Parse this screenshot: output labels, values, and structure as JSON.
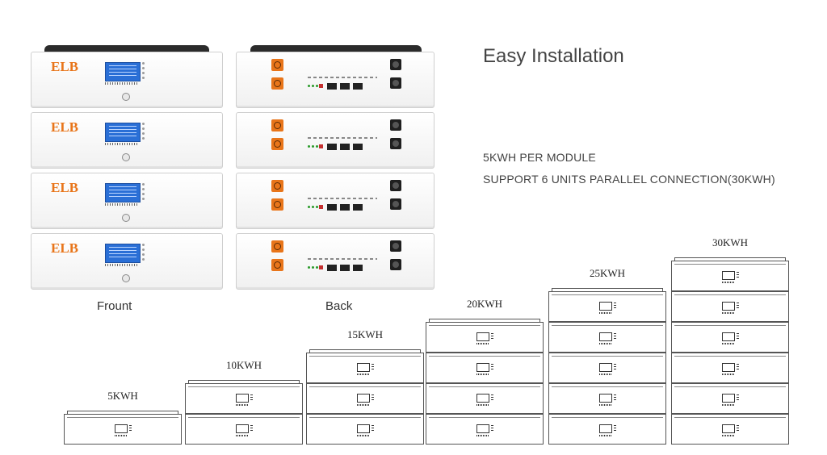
{
  "heading": {
    "title": "Easy Installation",
    "spec_line_1": "5KWH PER MODULE",
    "spec_line_2": "SUPPORT 6 UNITS PARALLEL CONNECTION(30KWH)"
  },
  "product_views": {
    "front_caption": "Frount",
    "back_caption": "Back",
    "brand": "ELB",
    "module_count": 4
  },
  "capacity_steps": [
    {
      "label": "5KWH",
      "modules": 1
    },
    {
      "label": "10KWH",
      "modules": 2
    },
    {
      "label": "15KWH",
      "modules": 3
    },
    {
      "label": "20KWH",
      "modules": 4
    },
    {
      "label": "25KWH",
      "modules": 5
    },
    {
      "label": "30KWH",
      "modules": 6
    }
  ],
  "colors": {
    "accent_orange": "#e8751a",
    "lcd_blue": "#2a6fd6",
    "text": "#444444"
  }
}
